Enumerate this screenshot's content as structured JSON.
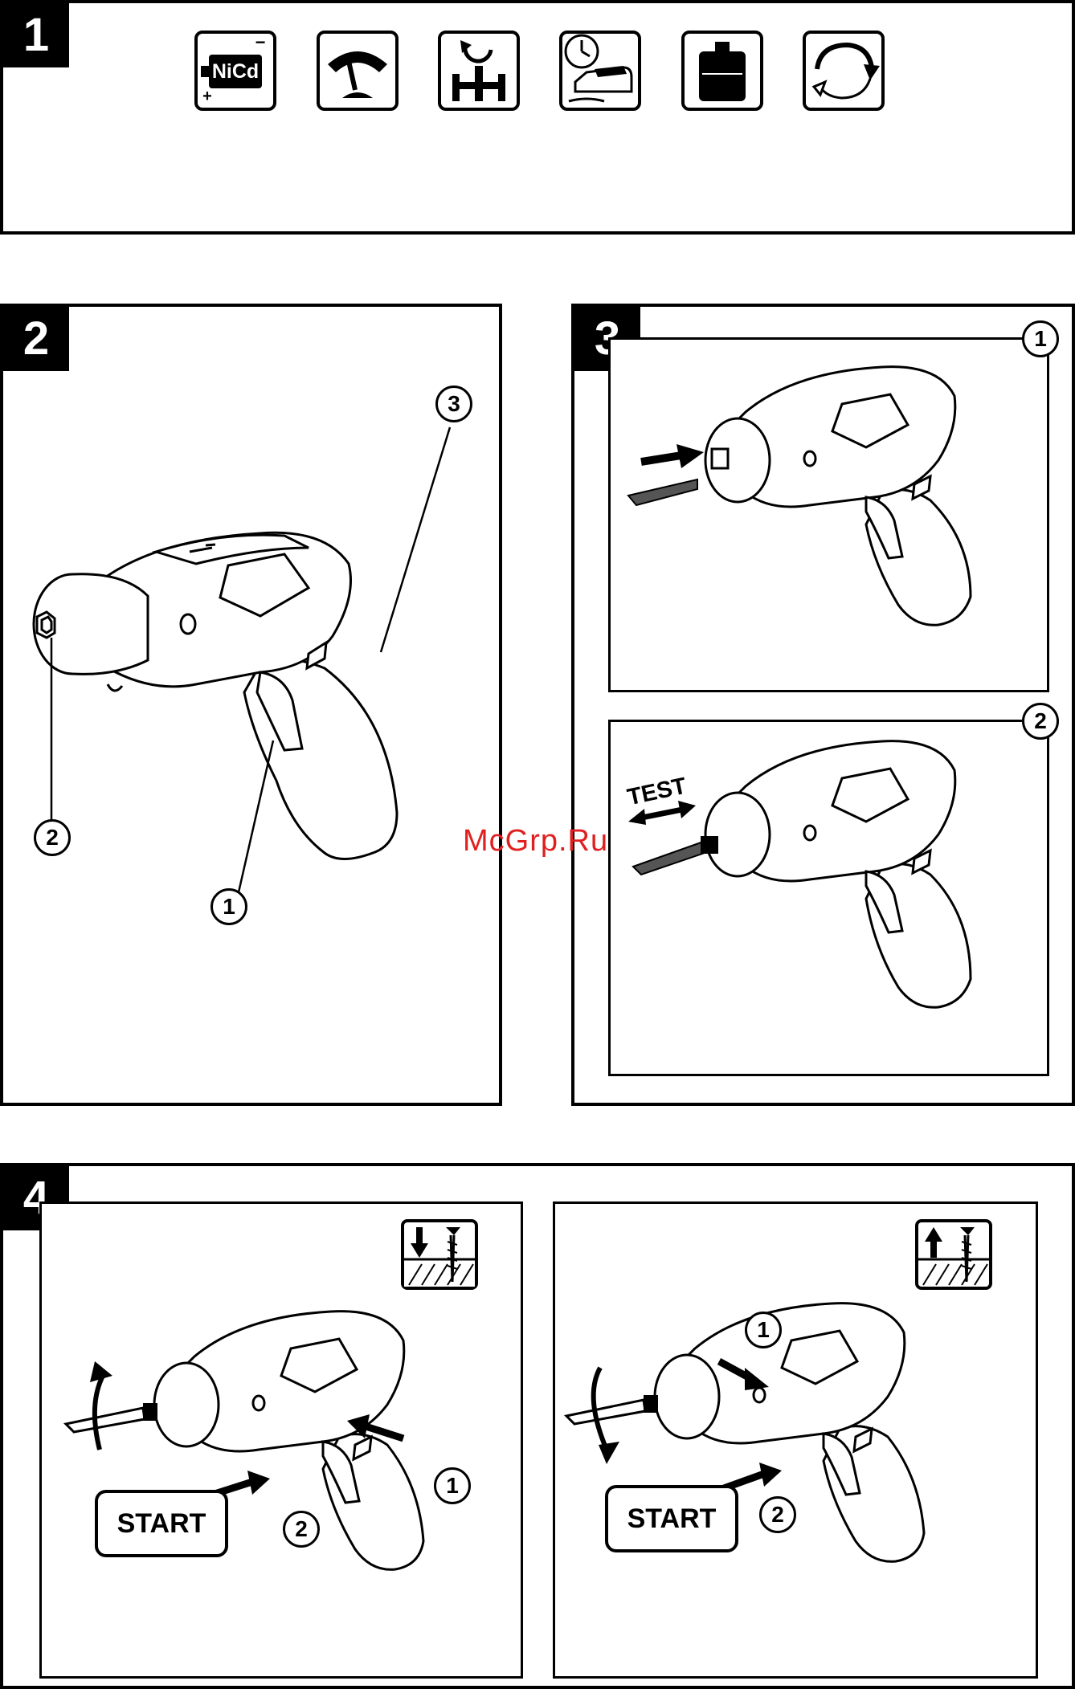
{
  "panels": {
    "p1": {
      "number": "1"
    },
    "p2": {
      "number": "2",
      "callouts": [
        "1",
        "2",
        "3"
      ]
    },
    "p3": {
      "number": "3",
      "sub1": "1",
      "sub2": "2",
      "test_label": "TEST"
    },
    "p4": {
      "number": "4",
      "left_start": "START",
      "right_start": "START",
      "left_callouts": [
        "1",
        "2"
      ],
      "right_callouts": [
        "1",
        "2"
      ]
    }
  },
  "icons": {
    "battery_text": "NiCd",
    "battery_minus": "−",
    "battery_plus": "+",
    "list": [
      "battery-nicd-icon",
      "speed-gauge-icon",
      "torque-adjust-icon",
      "charging-time-icon",
      "weight-icon",
      "rotation-direction-icon"
    ]
  },
  "watermark": "McGrp.Ru"
}
